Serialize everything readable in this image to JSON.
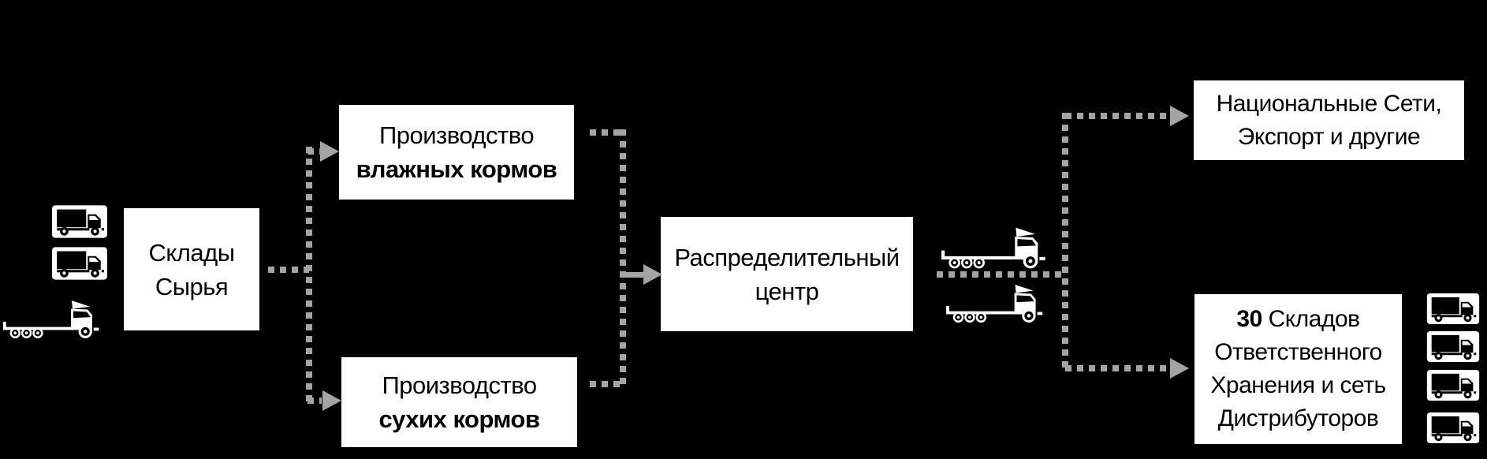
{
  "colors": {
    "background": "#000000",
    "box_background": "#ffffff",
    "box_text": "#000000",
    "connector_gray": "#a4a4a4"
  },
  "nodes": {
    "raw_warehouse": {
      "line1": "Склады",
      "line2": "Сырья"
    },
    "wet_production": {
      "line1": "Производство",
      "line2_bold": "влажных кормов"
    },
    "dry_production": {
      "line1": "Производство",
      "line2_bold": "сухих кормов"
    },
    "distribution_center": {
      "line1": "Распределительный",
      "line2": "центр"
    },
    "national_chains": {
      "line1": "Национальные Сети,",
      "line2": "Экспорт и другие"
    },
    "storage_network": {
      "count_bold": "30",
      "line1_rest": " Складов",
      "line2": "Ответственного",
      "line3": "Хранения и сеть",
      "line4": "Дистрибуторов"
    }
  },
  "icons": {
    "box_truck": "box-truck-icon",
    "semi_truck": "semi-truck-icon"
  }
}
